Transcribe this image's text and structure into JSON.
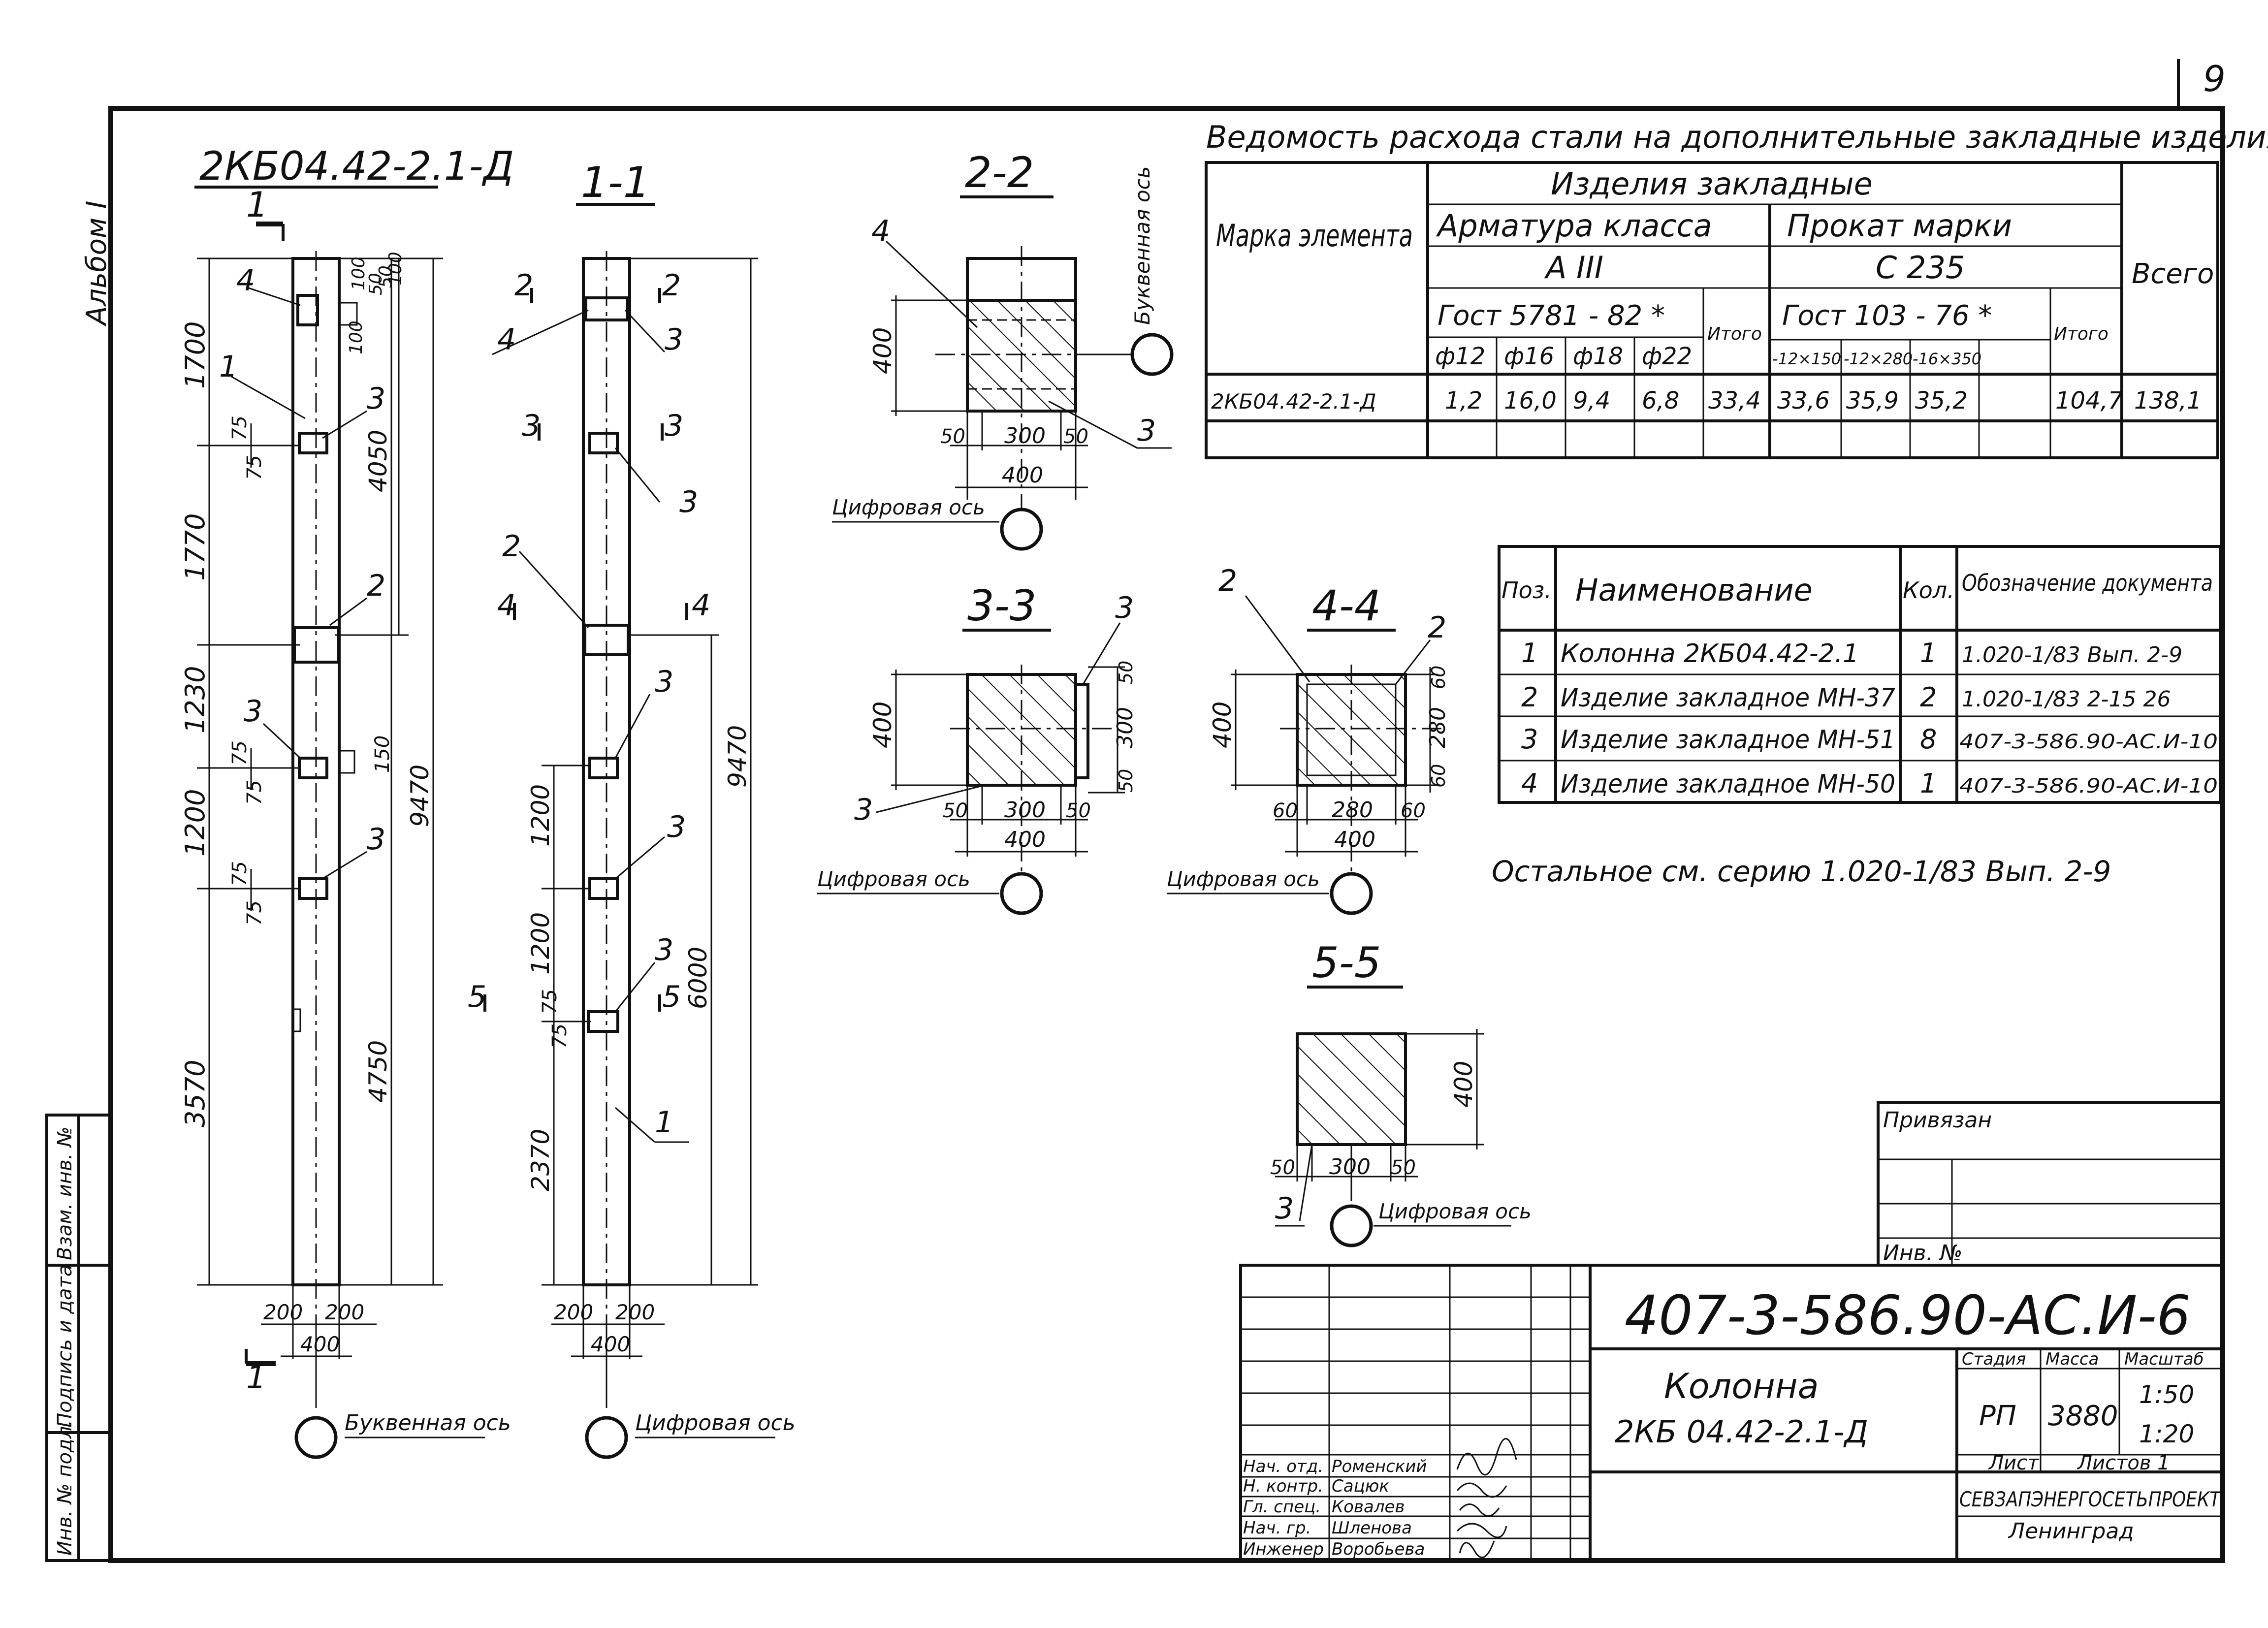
{
  "page_number": "9",
  "album_label": "Альбом I",
  "column_view": {
    "title": "2КБ04.42-2.1-Д",
    "cut_marks": [
      "1",
      "1"
    ],
    "dims_left": [
      "1700",
      "1770",
      "1230",
      "1200",
      "3570"
    ],
    "dims_small": [
      "75",
      "75",
      "75",
      "75",
      "75",
      "75"
    ],
    "dims_right": [
      "4050",
      "4750",
      "9470"
    ],
    "dims_top": [
      "100",
      "100",
      "50",
      "50",
      "100"
    ],
    "dim_150": "150",
    "width_dims": [
      "200",
      "200",
      "400"
    ],
    "positions": [
      "4",
      "1",
      "3",
      "2",
      "3",
      "3"
    ],
    "axis_label": "Буквенная ось"
  },
  "section_1_1": {
    "title": "1-1",
    "cut_marks": [
      "2",
      "2",
      "3",
      "3",
      "4",
      "4",
      "5",
      "5"
    ],
    "positions": [
      "4",
      "3",
      "3",
      "2",
      "3",
      "3",
      "3",
      "1"
    ],
    "dims_left": [
      "1200",
      "1200",
      "2370"
    ],
    "dims_right": [
      "6000",
      "9470"
    ],
    "dims_small": [
      "75",
      "75"
    ],
    "width_dims": [
      "200",
      "200",
      "400"
    ],
    "axis_label": "Цифровая ось"
  },
  "section_2_2": {
    "title": "2-2",
    "dims": [
      "400",
      "50",
      "300",
      "50",
      "400"
    ],
    "positions": [
      "4",
      "3"
    ],
    "axis_top": "Буквенная ось",
    "axis_bottom": "Цифровая ось"
  },
  "section_3_3": {
    "title": "3-3",
    "dims": [
      "400",
      "50",
      "300",
      "50",
      "400",
      "50",
      "300",
      "50"
    ],
    "positions": [
      "3",
      "3"
    ],
    "axis_label": "Цифровая ось"
  },
  "section_4_4": {
    "title": "4-4",
    "dims": [
      "400",
      "60",
      "280",
      "60",
      "400",
      "60",
      "280",
      "60"
    ],
    "positions": [
      "2",
      "2"
    ],
    "axis_label": "Цифровая ось"
  },
  "section_5_5": {
    "title": "5-5",
    "dims": [
      "400",
      "50",
      "300",
      "50"
    ],
    "positions": [
      "3"
    ],
    "axis_label": "Цифровая ось"
  },
  "steel_table": {
    "title": "Ведомость расхода стали на дополнительные закладные изделия, кг",
    "h_mark": "Марка элемента",
    "h_embedded": "Изделия закладные",
    "h_rebar": "Арматура класса",
    "h_rebar_class": "А III",
    "h_rebar_gost": "Гост 5781 - 82 *",
    "h_rolled": "Прокат марки",
    "h_rolled_grade": "С 235",
    "h_rolled_gost": "Гост 103 - 76 *",
    "h_total_sub": "Итого",
    "h_total": "Всего",
    "rebar_cols": [
      "ф12",
      "ф16",
      "ф18",
      "ф22"
    ],
    "rolled_cols": [
      "-12×150",
      "-12×280",
      "-16×350"
    ],
    "row": {
      "mark": "2КБ04.42-2.1-Д",
      "rebar": [
        "1,2",
        "16,0",
        "9,4",
        "6,8"
      ],
      "rebar_total": "33,4",
      "rolled": [
        "33,6",
        "35,9",
        "35,2"
      ],
      "rolled_total": "104,7",
      "total": "138,1"
    }
  },
  "spec_table": {
    "headers": [
      "Поз.",
      "Наименование",
      "Кол.",
      "Обозначение документа"
    ],
    "rows": [
      [
        "1",
        "Колонна 2КБ04.42-2.1",
        "1",
        "1.020-1/83 Вып. 2-9"
      ],
      [
        "2",
        "Изделие закладное МН-37",
        "2",
        "1.020-1/83 2-15 26"
      ],
      [
        "3",
        "Изделие закладное МН-51",
        "8",
        "407-3-586.90-АС.И-10"
      ],
      [
        "4",
        "Изделие закладное МН-50",
        "1",
        "407-3-586.90-АС.И-10"
      ]
    ]
  },
  "note": "Остальное см. серию 1.020-1/83 Вып. 2-9",
  "side_stamp": [
    "Инв. № подл.",
    "Подпись и дата",
    "Взам. инв. №"
  ],
  "privyazan": {
    "label": "Привязан",
    "inv": "Инв. №"
  },
  "title_block": {
    "code": "407-3-586.90-АС.И-6",
    "name_line1": "Колонна",
    "name_line2": "2КБ 04.42-2.1-Д",
    "stage_h": "Стадия",
    "mass_h": "Масса",
    "scale_h": "Масштаб",
    "stage": "РП",
    "mass": "3880",
    "scale1": "1:50",
    "scale2": "1:20",
    "sheet_h": "Лист",
    "sheets_h": "Листов 1",
    "org1": "СЕВЗАПЭНЕРГОСЕТЬПРОЕКТ",
    "org2": "Ленинград",
    "signers": [
      [
        "Нач. отд.",
        "Роменский"
      ],
      [
        "Н. контр.",
        "Сацюк"
      ],
      [
        "Гл. спец.",
        "Ковалев"
      ],
      [
        "Нач. гр.",
        "Шленова"
      ],
      [
        "Инженер",
        "Воробьева"
      ]
    ]
  }
}
